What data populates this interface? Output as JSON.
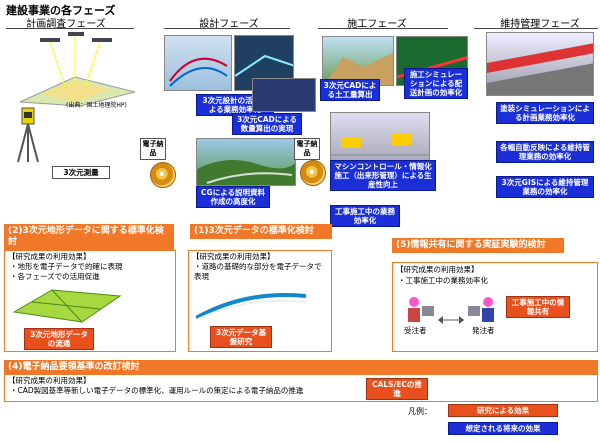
{
  "title": "建設事業の各フェーズ",
  "phases": {
    "survey": "計画調査フェーズ",
    "design": "設計フェーズ",
    "construction": "施工フェーズ",
    "maintenance": "維持管理フェーズ"
  },
  "survey": {
    "credit": "(出典：国土地理院HP)",
    "box": "3次元測量"
  },
  "design": {
    "box1": "3次元設計の活用による業務効率化",
    "box2": "3次元CADによる数量算出の実現",
    "box3": "CGによる説明資料作成の高度化"
  },
  "construction": {
    "box1": "3次元CADによる土工量算出",
    "box2": "施工シミュレーションによる配送計画の効率化",
    "box3": "マシンコントロール・情報化施工（出来形管理）による生産性向上",
    "box4": "工事施工中の業務効率化"
  },
  "maintenance": {
    "box1": "塗装シミュレーションによる計画業務効率化",
    "box2": "各幅自動反映による維持管理業務の効率化",
    "box3": "3次元GISによる維持管理業務の効率化"
  },
  "delivery": {
    "badge1": "電子納品",
    "badge2": "電子納品"
  },
  "section2": {
    "header": "(2)3次元地形データに関する標準化検討",
    "effect_title": "【研究成果の利用効果】",
    "bullet1": "・地形を電子データで的確に表現",
    "bullet2": "・各フェーズでの活用促進",
    "tag": "3次元地形データの流通"
  },
  "section1": {
    "header": "(1)3次元データの標準化検討",
    "effect_title": "【研究成果の利用効果】",
    "bullet1": "・道路の基礎的な部分を電子データで表現",
    "tag": "3次元データ基盤研究"
  },
  "section5": {
    "header": "(5)情報共有に関する実証実験的検討",
    "effect_title": "【研究成果の利用効果】",
    "bullet1": "・工事施工中の業務効率化",
    "tag": "工事施工中の情報共有",
    "orderer": "受注者",
    "contractor": "発注者"
  },
  "section4": {
    "header": "(4)電子納品要領基準の改訂検討",
    "effect_title": "【研究成果の利用効果】",
    "bullet1": "・CAD製図基準等新しい電子データの標準化、運用ルールの策定による電子納品の推進",
    "tag": "CALS/ECの推進"
  },
  "legend": {
    "label": "凡例：",
    "item1": "研究による効果",
    "item2": "想定される将来の効果",
    "item1_color": "#e8501e",
    "item2_color": "#1a2fd8"
  }
}
